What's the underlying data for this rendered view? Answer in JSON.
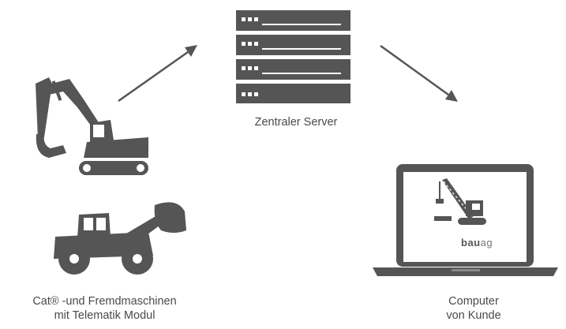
{
  "colors": {
    "icon": "#555555",
    "text": "#4a4a4a",
    "background": "#ffffff"
  },
  "server": {
    "icon": "server-rack-icon",
    "label": "Zentraler Server"
  },
  "machines": {
    "icons": [
      "excavator-icon",
      "wheel-loader-icon"
    ],
    "label_line1": "Cat® -und Fremdmaschinen",
    "label_line2": "mit Telematik Modul"
  },
  "computer": {
    "icon": "laptop-icon",
    "screen_logo_icon": "crane-icon",
    "brand_bold": "bau",
    "brand_light": "ag",
    "label_line1": "Computer",
    "label_line2": "von Kunde"
  },
  "arrows": [
    "arrow-machines-to-server",
    "arrow-server-to-computer"
  ]
}
